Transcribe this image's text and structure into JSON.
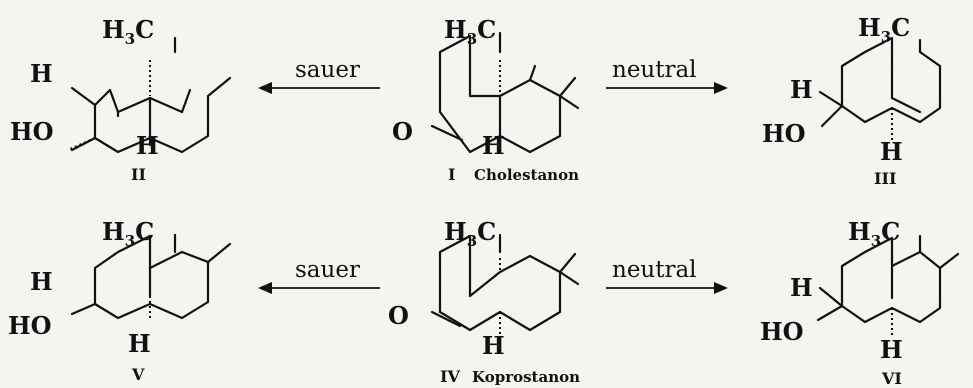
{
  "reactions": [
    {
      "arrows": [
        {
          "side": "left",
          "label": "sauer"
        },
        {
          "side": "right",
          "label": "neutral"
        }
      ]
    },
    {
      "arrows": [
        {
          "side": "left",
          "label": "sauer"
        },
        {
          "side": "right",
          "label": "neutral"
        }
      ]
    }
  ],
  "compounds": [
    {
      "id": "I",
      "number": "I",
      "name": "Cholestanon"
    },
    {
      "id": "II",
      "number": "II",
      "name": ""
    },
    {
      "id": "III",
      "number": "III",
      "name": ""
    },
    {
      "id": "IV",
      "number": "IV",
      "name": "Koprostanon"
    },
    {
      "id": "V",
      "number": "V",
      "name": ""
    },
    {
      "id": "VI",
      "number": "VI",
      "name": ""
    }
  ],
  "atom_labels": {
    "methyl_main": "H",
    "methyl_sub": "3",
    "methyl_carbon": "C",
    "hydrogen": "H",
    "hydroxyl": "HO",
    "oxygen": "O"
  }
}
